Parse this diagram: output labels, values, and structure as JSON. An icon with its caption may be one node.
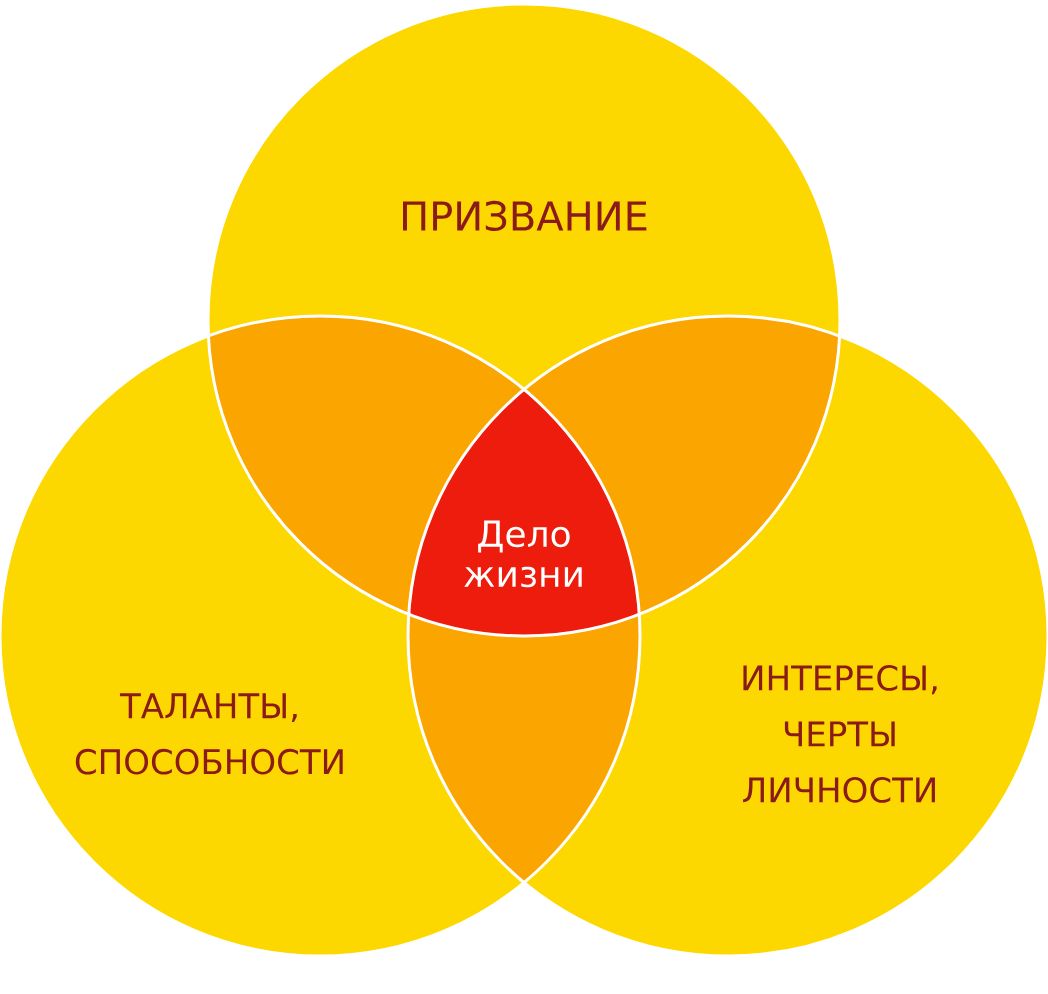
{
  "diagram": {
    "nodes": [
      {
        "text": [
          "ПРИЗВАНИЕ"
        ]
      },
      {
        "text": [
          "ТАЛАНТЫ, СПОСОБНОСТИ"
        ]
      },
      {
        "text": [
          "ИНТЕРЕСЫ, ЧЕРТЫ ЛИЧНОСТИ"
        ]
      },
      {
        "text": [
          "Дело жизни"
        ]
      }
    ]
  }
}
